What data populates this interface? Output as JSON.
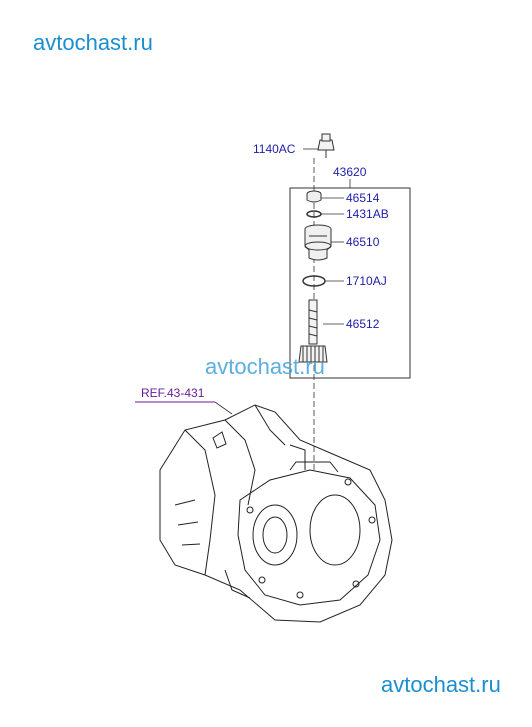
{
  "watermark": {
    "top": "avtochast.ru",
    "middle": "avtochast.ru",
    "bottom": "avtochast.ru"
  },
  "parts": {
    "p1140ac": "1140AC",
    "p43620": "43620",
    "p46514": "46514",
    "p1431ab": "1431AB",
    "p46510": "46510",
    "p1710aj": "1710AJ",
    "p46512": "46512"
  },
  "reference": {
    "label": "REF.43-431"
  },
  "colors": {
    "label_text": "#1d1daa",
    "reference_text": "#6a1b9a",
    "watermark": "#1a8fd0",
    "line_art": "#222222"
  }
}
